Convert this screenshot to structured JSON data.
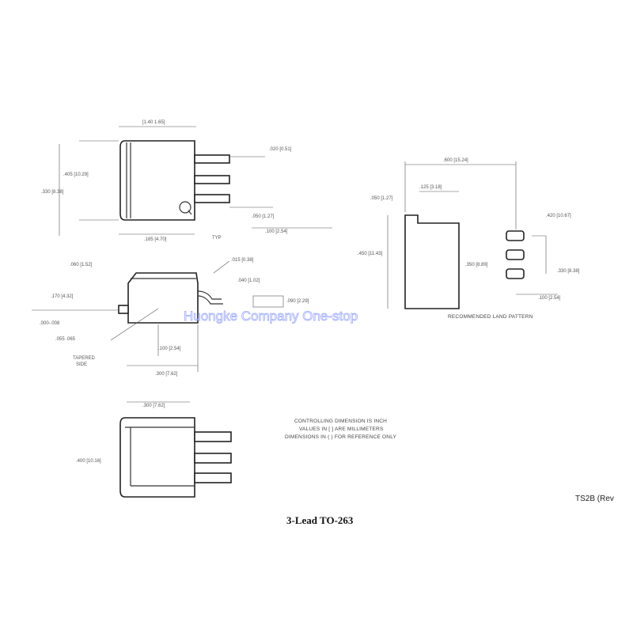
{
  "title": "3-Lead TO-263",
  "revision": "TS2B (Rev",
  "watermark": "Huongke  Company  One-stop",
  "notes": {
    "line1": "CONTROLLING DIMENSION IS INCH",
    "line2": "VALUES IN [ ] ARE MILLIMETERS",
    "line3": "DIMENSIONS IN ( ) FOR REFERENCE ONLY",
    "land_pattern": "RECOMMENDED LAND PATTERN"
  },
  "labels": {
    "tapered": "TAPERED",
    "tapered_sub": "SIDE",
    "gauge": ".000-.008",
    "top_dim": ".055  .065",
    "top_dim2": "[1.40  1.65]",
    "right_dim1": ".020 [0.51]",
    "right_dim2": ".050 [1.27]",
    "lead_dim": ".100 [2.54]",
    "lead_dim2": "TYP",
    "height_dim": ".405 [10.29]",
    "width_dim": ".330 [8.38]",
    "pad_dim1": ".420 [10.67]",
    "pad_dim2": ".330 [8.38]",
    "pad_dim3": ".100 [2.54]",
    "land_top": ".600 [15.24]",
    "land_left": ".450 [11.43]",
    "land_right": ".350 [8.89]",
    "land_top2": ".125 [3.18]",
    "side_dim1": ".060 [1.52]",
    "side_dim2": ".170 [4.32]",
    "side_dim3": ".015 [0.38]",
    "side_dim4": ".040 [1.02]",
    "side_dim5": ".185 [4.70]",
    "side_dim6": ".090 [2.29]",
    "bottom_dim": ".300 [7.62]",
    "bottom_left": ".400 [10.16]"
  },
  "colors": {
    "line": "#333333",
    "watermark": "#9aa6ff"
  }
}
